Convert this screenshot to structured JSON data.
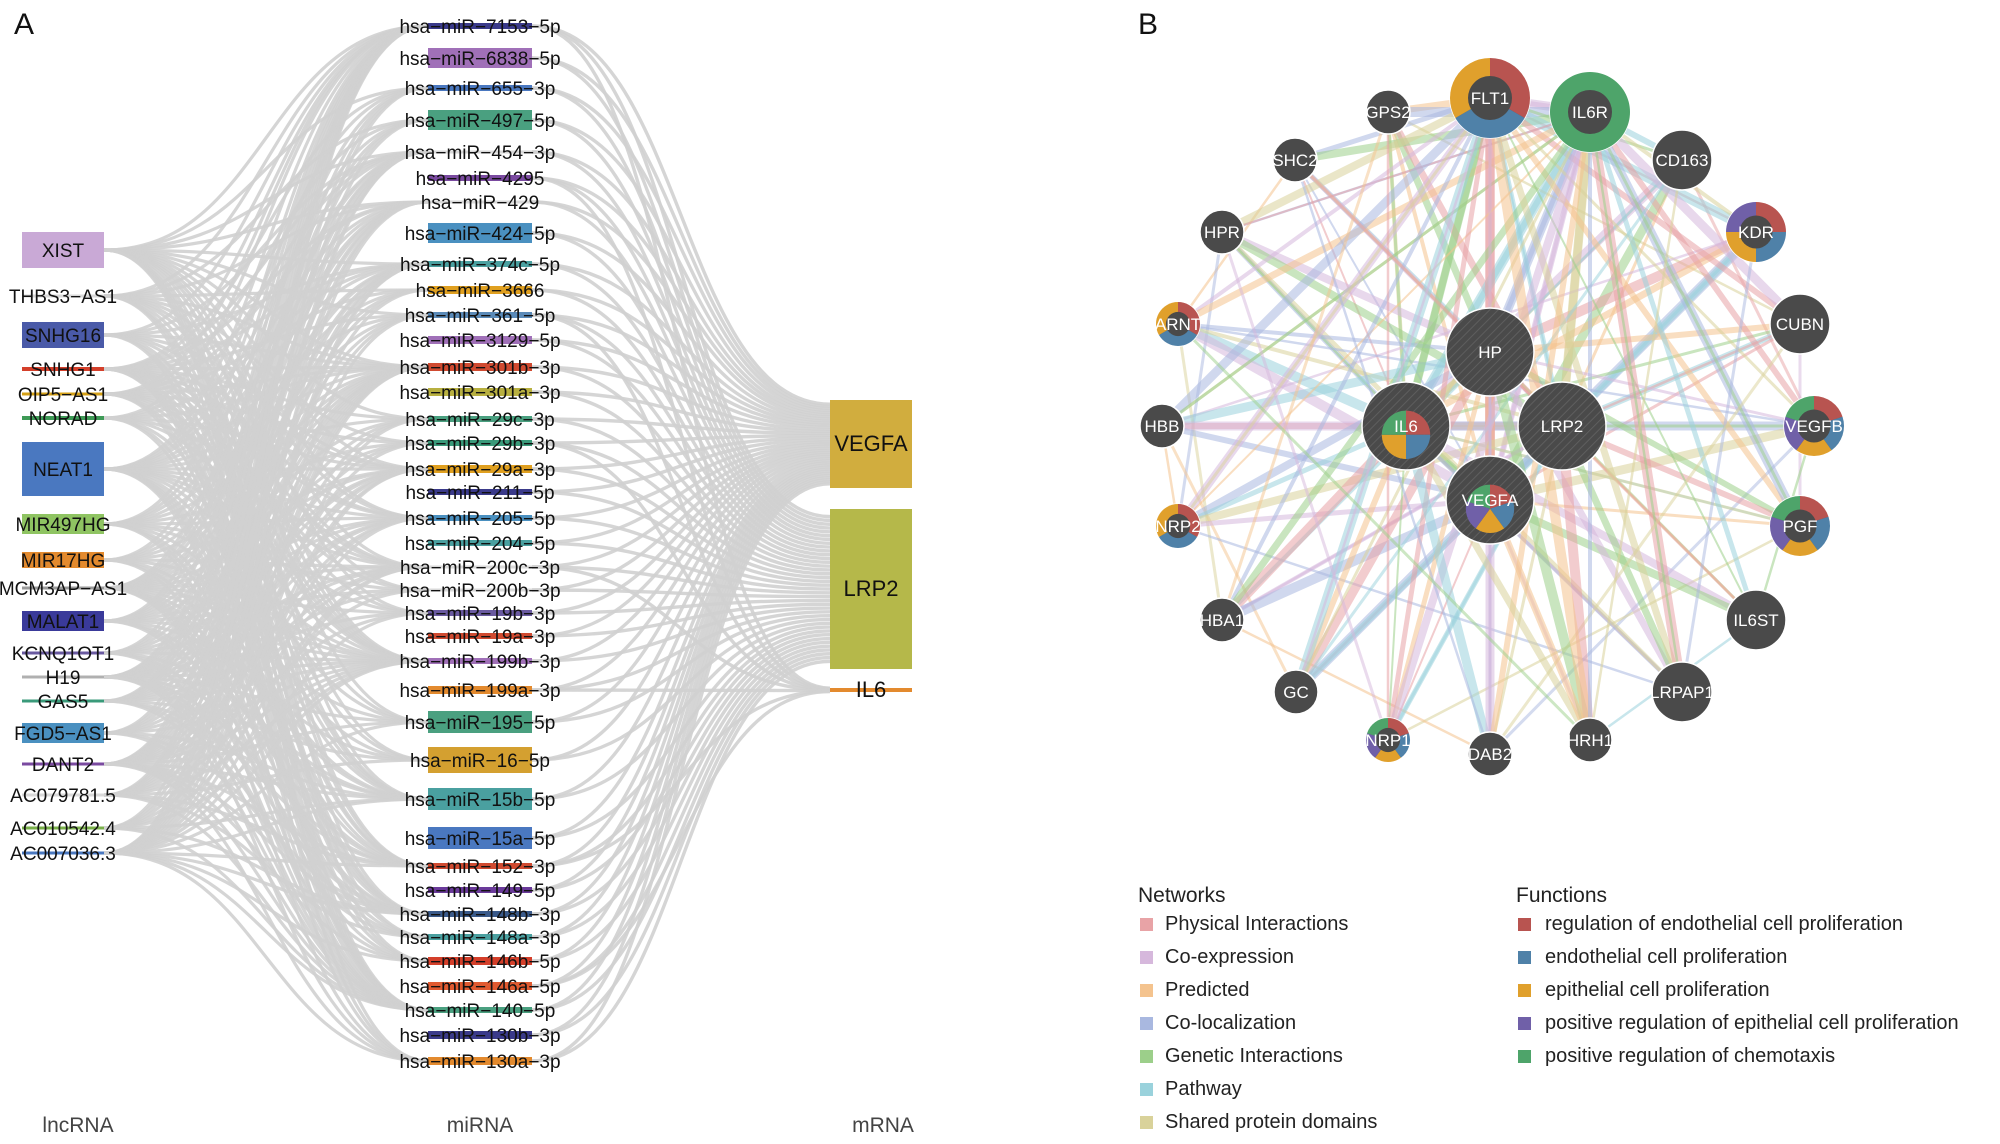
{
  "panels": {
    "a": "A",
    "b": "B"
  },
  "sankey": {
    "column_titles": {
      "lncrna": "lncRNA",
      "mirna": "miRNA",
      "mrna": "mRNA"
    },
    "lncrnas": [
      {
        "label": "XIST",
        "color": "#c9a9d6",
        "size": 3
      },
      {
        "label": "THBS3−AS1",
        "color": "#d9d9d9",
        "size": 0
      },
      {
        "label": "SNHG16",
        "color": "#4a5aa8",
        "size": 2
      },
      {
        "label": "SNHG1",
        "color": "#d43f2a",
        "size": 0
      },
      {
        "label": "OIP5−AS1",
        "color": "#d4a017",
        "size": 0
      },
      {
        "label": "NORAD",
        "color": "#3e9a56",
        "size": 0
      },
      {
        "label": "NEAT1",
        "color": "#4a78c0",
        "size": 4
      },
      {
        "label": "MIR497HG",
        "color": "#8fc462",
        "size": 1
      },
      {
        "label": "MIR17HG",
        "color": "#e38a2e",
        "size": 1
      },
      {
        "label": "MCM3AP−AS1",
        "color": "#9a9a9a",
        "size": 0
      },
      {
        "label": "MALAT1",
        "color": "#3a3a9a",
        "size": 1
      },
      {
        "label": "KCNQ1OT1",
        "color": "#6a5aa0",
        "size": 0
      },
      {
        "label": "H19",
        "color": "#b0b0b0",
        "size": 0
      },
      {
        "label": "GAS5",
        "color": "#3a9a7a",
        "size": 0
      },
      {
        "label": "FGD5−AS1",
        "color": "#4a90c0",
        "size": 1
      },
      {
        "label": "DANT2",
        "color": "#7a4aa0",
        "size": 0
      },
      {
        "label": "AC079781.5",
        "color": "#d9d9d9",
        "size": 0
      },
      {
        "label": "AC010542.4",
        "color": "#7ab04a",
        "size": 0
      },
      {
        "label": "AC007036.3",
        "color": "#4a78c0",
        "size": 0
      }
    ],
    "mirnas": [
      {
        "label": "hsa−miR−7153−5p",
        "color": "#3a3a8a",
        "size": 0
      },
      {
        "label": "hsa−miR−6838−5p",
        "color": "#a070b8",
        "size": 1
      },
      {
        "label": "hsa−miR−655−3p",
        "color": "#4a78c0",
        "size": 0
      },
      {
        "label": "hsa−miR−497−5p",
        "color": "#4aa080",
        "size": 1
      },
      {
        "label": "hsa−miR−454−3p",
        "color": "#d9d9d9",
        "size": 0
      },
      {
        "label": "hsa−miR−4295",
        "color": "#7a4aa0",
        "size": 0
      },
      {
        "label": "hsa−miR−429",
        "color": "#d9d9d9",
        "size": 0
      },
      {
        "label": "hsa−miR−424−5p",
        "color": "#4a90c0",
        "size": 1
      },
      {
        "label": "hsa−miR−374c−5p",
        "color": "#4aa0a0",
        "size": 0
      },
      {
        "label": "hsa−miR−3666",
        "color": "#e0a020",
        "size": 0
      },
      {
        "label": "hsa−miR−361−5p",
        "color": "#5a8ab8",
        "size": 0
      },
      {
        "label": "hsa−miR−3129−5p",
        "color": "#a070b8",
        "size": 0
      },
      {
        "label": "hsa−miR−301b−3p",
        "color": "#d04a30",
        "size": 0
      },
      {
        "label": "hsa−miR−301a−3p",
        "color": "#b8b040",
        "size": 0
      },
      {
        "label": "hsa−miR−29c−3p",
        "color": "#4aa080",
        "size": 0
      },
      {
        "label": "hsa−miR−29b−3p",
        "color": "#3a9a7a",
        "size": 0
      },
      {
        "label": "hsa−miR−29a−3p",
        "color": "#e0a020",
        "size": 0
      },
      {
        "label": "hsa−miR−211−5p",
        "color": "#3a3a8a",
        "size": 0
      },
      {
        "label": "hsa−miR−205−5p",
        "color": "#4a90c0",
        "size": 0
      },
      {
        "label": "hsa−miR−204−5p",
        "color": "#4aa0a0",
        "size": 0
      },
      {
        "label": "hsa−miR−200c−3p",
        "color": "#d9d9d9",
        "size": 0
      },
      {
        "label": "hsa−miR−200b−3p",
        "color": "#d9d9d9",
        "size": 0
      },
      {
        "label": "hsa−miR−19b−3p",
        "color": "#6a5aa0",
        "size": 0
      },
      {
        "label": "hsa−miR−19a−3p",
        "color": "#d04a30",
        "size": 0
      },
      {
        "label": "hsa−miR−199b−3p",
        "color": "#a070b8",
        "size": 0
      },
      {
        "label": "hsa−miR−199a−3p",
        "color": "#e38a2e",
        "size": 0
      },
      {
        "label": "hsa−miR−195−5p",
        "color": "#4aa080",
        "size": 1
      },
      {
        "label": "hsa−miR−16−5p",
        "color": "#d4a030",
        "size": 1
      },
      {
        "label": "hsa−miR−15b−5p",
        "color": "#4aa0a0",
        "size": 1
      },
      {
        "label": "hsa−miR−15a−5p",
        "color": "#4a78c0",
        "size": 1
      },
      {
        "label": "hsa−miR−152−3p",
        "color": "#d04a30",
        "size": 0
      },
      {
        "label": "hsa−miR−149−5p",
        "color": "#6a3a9a",
        "size": 0
      },
      {
        "label": "hsa−miR−148b−3p",
        "color": "#3a5a8a",
        "size": 0
      },
      {
        "label": "hsa−miR−148a−3p",
        "color": "#4aa0a0",
        "size": 0
      },
      {
        "label": "hsa−miR−146b−5p",
        "color": "#d43f2a",
        "size": 0
      },
      {
        "label": "hsa−miR−146a−5p",
        "color": "#e05a30",
        "size": 0
      },
      {
        "label": "hsa−miR−140−5p",
        "color": "#4aa080",
        "size": 0
      },
      {
        "label": "hsa−miR−130b−3p",
        "color": "#3a3a8a",
        "size": 0
      },
      {
        "label": "hsa−miR−130a−3p",
        "color": "#e38a2e",
        "size": 0
      }
    ],
    "mrnas": [
      {
        "label": "VEGFA",
        "color": "#d1ad3e",
        "size": 2
      },
      {
        "label": "LRP2",
        "color": "#b5b84a",
        "size": 3
      },
      {
        "label": "IL6",
        "color": "#e38a2e",
        "size": 0
      }
    ]
  },
  "network": {
    "genes": [
      {
        "label": "FLT1",
        "size": "large",
        "func": [
          0,
          1,
          2
        ]
      },
      {
        "label": "IL6R",
        "size": "large",
        "func": [
          4
        ]
      },
      {
        "label": "GPS2",
        "size": "small",
        "func": []
      },
      {
        "label": "SHC2",
        "size": "small",
        "func": []
      },
      {
        "label": "CD163",
        "size": "medium",
        "func": []
      },
      {
        "label": "KDR",
        "size": "medium",
        "func": [
          0,
          1,
          2,
          3
        ]
      },
      {
        "label": "HPR",
        "size": "small",
        "func": []
      },
      {
        "label": "CUBN",
        "size": "medium",
        "func": []
      },
      {
        "label": "ARNT",
        "size": "small",
        "func": [
          0,
          1,
          2
        ]
      },
      {
        "label": "HP",
        "size": "xlarge",
        "func": []
      },
      {
        "label": "HBB",
        "size": "small",
        "func": []
      },
      {
        "label": "IL6",
        "size": "xlarge",
        "func": [
          0,
          1,
          2,
          4
        ]
      },
      {
        "label": "LRP2",
        "size": "xlarge",
        "func": []
      },
      {
        "label": "VEGFB",
        "size": "medium",
        "func": [
          0,
          1,
          2,
          3,
          4
        ]
      },
      {
        "label": "VEGFA",
        "size": "xlarge",
        "func": [
          0,
          1,
          2,
          3,
          4
        ]
      },
      {
        "label": "NRP2",
        "size": "small",
        "func": [
          0,
          1,
          2
        ]
      },
      {
        "label": "PGF",
        "size": "medium",
        "func": [
          0,
          1,
          2,
          3,
          4
        ]
      },
      {
        "label": "HBA1",
        "size": "small",
        "func": []
      },
      {
        "label": "IL6ST",
        "size": "medium",
        "func": []
      },
      {
        "label": "GC",
        "size": "small",
        "func": []
      },
      {
        "label": "LRPAP1",
        "size": "medium",
        "func": []
      },
      {
        "label": "NRP1",
        "size": "small",
        "func": [
          0,
          1,
          2,
          3,
          4
        ]
      },
      {
        "label": "DAB2",
        "size": "small",
        "func": []
      },
      {
        "label": "HRH1",
        "size": "small",
        "func": []
      }
    ],
    "legend": {
      "networks_title": "Networks",
      "functions_title": "Functions",
      "networks": [
        {
          "label": "Physical Interactions",
          "color": "#e8a3a6"
        },
        {
          "label": "Co-expression",
          "color": "#d6b8dc"
        },
        {
          "label": "Predicted",
          "color": "#f4c38e"
        },
        {
          "label": "Co-localization",
          "color": "#a9b8e0"
        },
        {
          "label": "Genetic Interactions",
          "color": "#9ccf8a"
        },
        {
          "label": "Pathway",
          "color": "#9ad2dc"
        },
        {
          "label": "Shared protein domains",
          "color": "#d9d29a"
        }
      ],
      "functions": [
        {
          "label": "regulation of endothelial cell proliferation",
          "color": "#b85450"
        },
        {
          "label": "endothelial cell proliferation",
          "color": "#4f81a8"
        },
        {
          "label": "epithelial cell proliferation",
          "color": "#e0a02c"
        },
        {
          "label": "positive regulation of epithelial cell proliferation",
          "color": "#7060a8"
        },
        {
          "label": "positive regulation of chemotaxis",
          "color": "#4ea46a"
        }
      ]
    }
  }
}
